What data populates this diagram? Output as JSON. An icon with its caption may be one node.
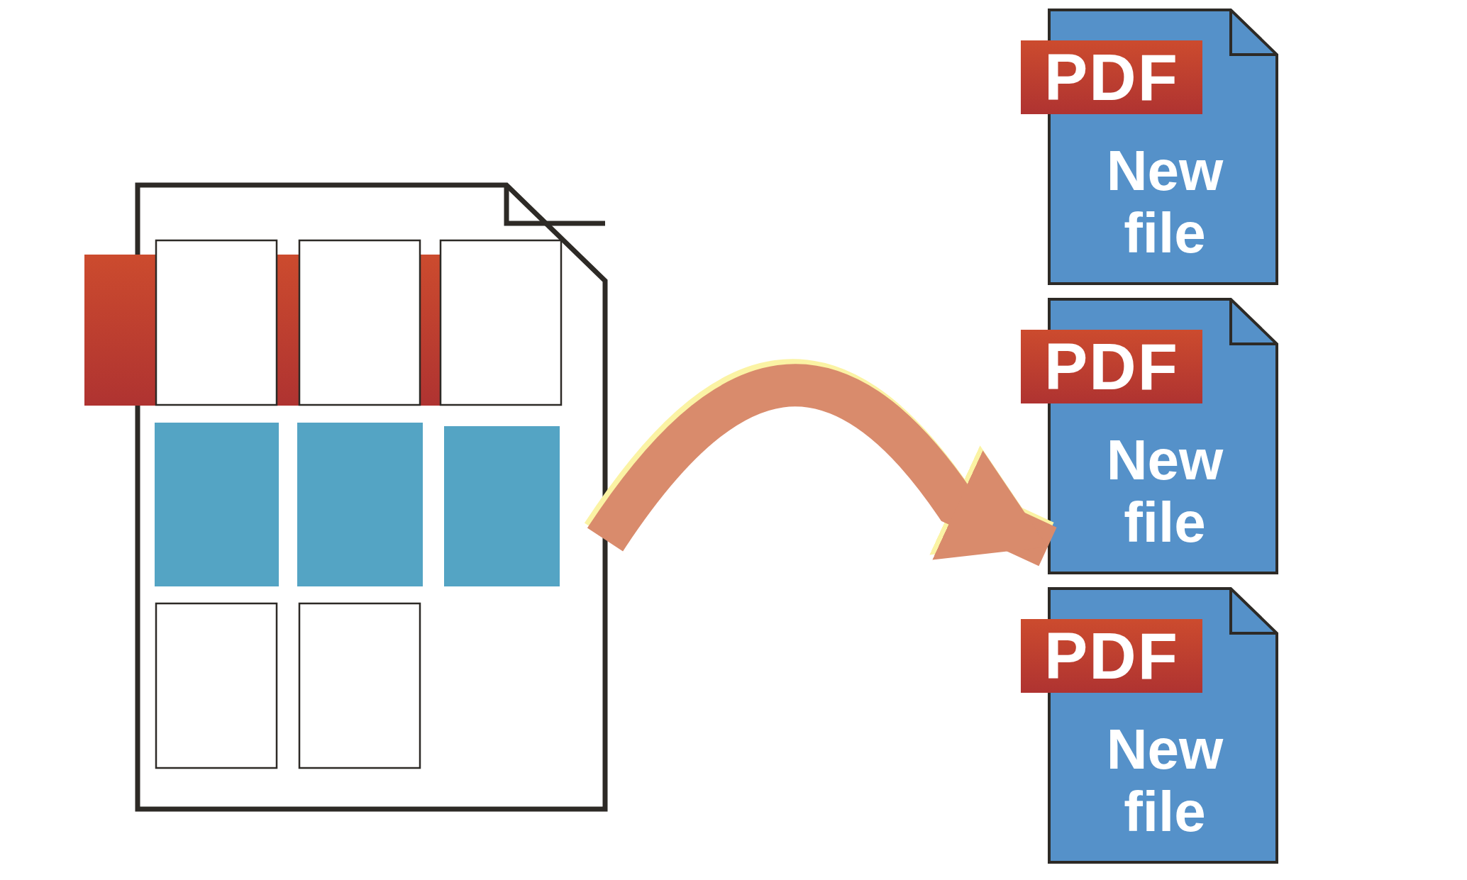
{
  "diagram": {
    "nodes": [
      {
        "text": [],
        "shape": "picture"
      },
      {
        "text": [
          "PDF",
          "New file"
        ]
      },
      {
        "text": [
          "PDF",
          "New file"
        ]
      },
      {
        "text": [
          "PDF",
          "New file"
        ]
      }
    ],
    "edges": [
      {
        "from": 0,
        "to": 2,
        "arrow": "to"
      }
    ]
  }
}
